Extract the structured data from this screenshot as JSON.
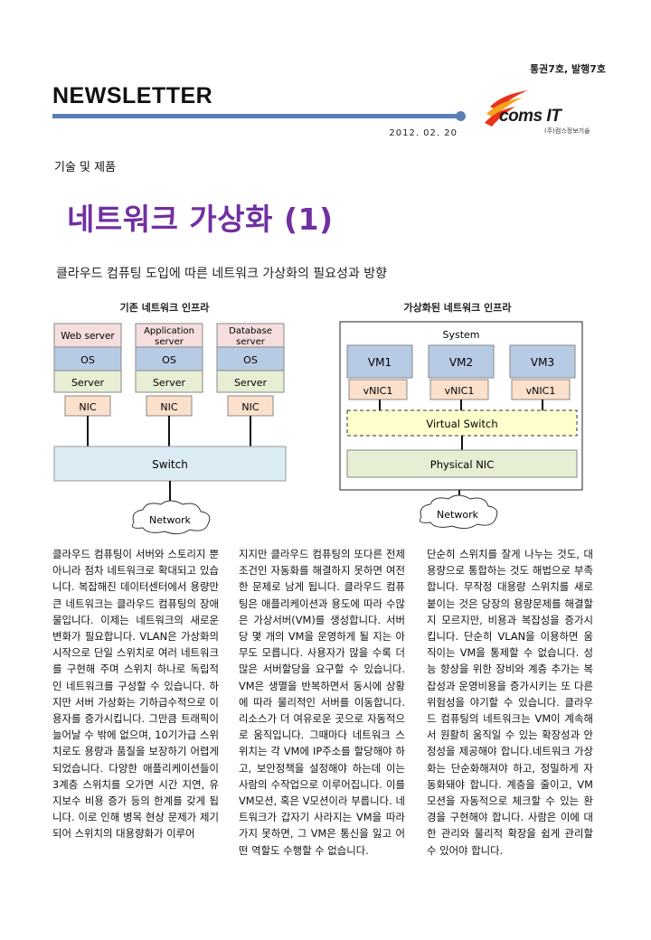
{
  "header": {
    "issue": "통권7호, 발행7호",
    "title": "NEWSLETTER",
    "date": "2012. 02. 20",
    "logo": {
      "name": "coms IT",
      "sub": "(주)컴스정보기술",
      "colors": [
        "#e8331c",
        "#f6a21a"
      ]
    }
  },
  "article": {
    "section": "기술 및 제품",
    "headline": "네트워크 가상화 (1)",
    "subtitle": "클라우드 컴퓨팅 도입에 따른 네트워크 가상화의 필요성과 방향",
    "columns": [
      "클라우드 컴퓨팅이 서버와 스토리지 뿐 아니라 점차 네트워크로 확대되고 있습니다. 복잡해진 데이터센터에서 용량만 큰 네트워크는 클라우드 컴퓨팅의 장애물입니다. 이제는 네트워크의 새로운 변화가 필요합니다. VLAN은 가상화의 시작으로 단일 스위치로 여러 네트워크를 구현해 주며 스위치 하나로 독립적인 네트워크를 구성할 수 있습니다. 하지만 서버 가상화는 기하급수적으로 이용자를 증가시킵니다. 그만큼 트래픽이 늘어날 수 밖에 없으며, 10기가급 스위치로도 용량과 품질을 보장하기 어렵게 되었습니다. 다양한 애플리케이션들이 3계층 스위치를 오가면 시간 지연, 유지보수 비용 증가 등의 한계를 갖게 됩니다. 이로 인해 병목 현상 문제가 제기되어 스위치의 대용량화가 이루어",
      "지지만 클라우드 컴퓨팅의 또다른 전제조건인 자동화를 해결하지 못하면 여전한 문제로 남게 됩니다. 클라우드 컴퓨팅은 애플리케이션과 용도에 따라 수많은 가상서버(VM)를 생성합니다. 서버당 몇 개의 VM을 운영하게 될 지는 아무도 모릅니다. 사용자가 많을 수록 더 많은 서버할당을 요구할 수 있습니다. VM은 생멸을 반복하면서 동시에 상황에 따라 물리적인 서버를 이동합니다. 리소스가 더 여유로운 곳으로 자동적으로 움직입니다. 그때마다 네트워크 스위치는 각 VM에 IP주소를 할당해야 하고, 보안정책을 설정해야 하는데 이는 사람의 수작업으로 이루어집니다. 이를 VM모션, 혹은 V모션이라 부릅니다. 네트워크가 갑자기 사라지는 VM을 따라가지 못하면, 그 VM은 통신을 잃고 어떤 역할도 수행할 수 없습니다.",
      "단순히 스위치를 잘게 나누는 것도, 대용량으로 통합하는 것도 해법으로 부족합니다. 무작정 대용량 스위치를 새로 붙이는 것은 당장의 용량문제를 해결할지 모르지만, 비용과 복잡성을 증가시킵니다. 단순히 VLAN을 이용하면 움직이는 VM을 통제할 수 없습니다. 성능 향상을 위한 장비와 계층 추가는 복잡성과 운영비용을 증가시키는 또 다른 위험성을 야기할 수 있습니다. 클라우드 컴퓨팅의 네트워크는 VM이 계속해서 원활히 움직일 수 있는 확장성과 안정성을 제공해야 합니다.네트워크 가상화는 단순화해져야 하고, 정밀하게 자동화돼야 합니다. 계층을 줄이고, VM모션을 자동적으로 체크할 수 있는 환경을 구현해야 합니다. 사람은 이에 대한 관리와 물리적 확장을 쉽게 관리할 수 있어야 합니다."
    ]
  },
  "diagram": {
    "left": {
      "title": "기존 네트워크 인프라",
      "stacks": [
        {
          "app": "Web server",
          "os": "OS",
          "server": "Server",
          "nic": "NIC"
        },
        {
          "app": "Application server",
          "os": "OS",
          "server": "Server",
          "nic": "NIC"
        },
        {
          "app": "Database server",
          "os": "OS",
          "server": "Server",
          "nic": "NIC"
        }
      ],
      "switch": "Switch",
      "network": "Network"
    },
    "right": {
      "title": "가상화된 네트워크 인프라",
      "system": "System",
      "vms": [
        {
          "vm": "VM1",
          "vnic": "vNIC1"
        },
        {
          "vm": "VM2",
          "vnic": "vNIC1"
        },
        {
          "vm": "VM3",
          "vnic": "vNIC1"
        }
      ],
      "vswitch": "Virtual Switch",
      "pnic": "Physical NIC",
      "network": "Network"
    },
    "colors": {
      "app": "#f6dede",
      "os": "#b8cbe4",
      "server": "#e6efd4",
      "nic": "#fbe0cc",
      "switch": "#dcecf4",
      "vswitch": "#ffffcc",
      "pnic": "#e6efd4"
    }
  }
}
